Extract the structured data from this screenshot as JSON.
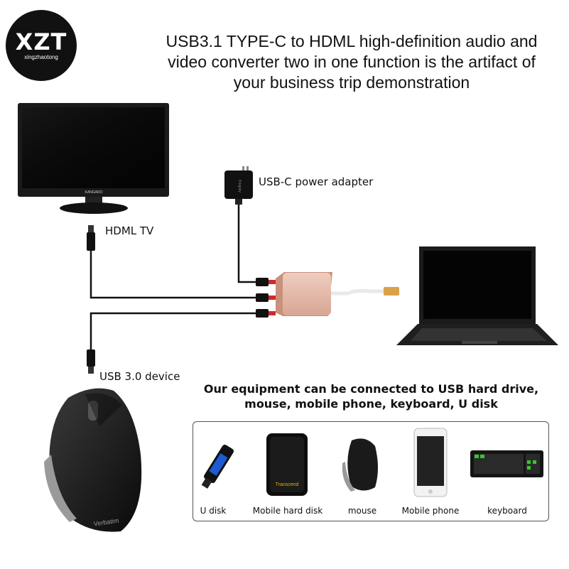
{
  "logo": {
    "brand": "XZT",
    "subtitle": "xingzhaotong"
  },
  "headline": {
    "line1": "USB3.1 TYPE-C to HDML high-definition audio and",
    "line2": "video converter two in one function is the artifact of",
    "line3": "your business trip demonstration"
  },
  "labels": {
    "hdmi_tv": "HDML TV",
    "power_adapter": "USB-C power adapter",
    "usb3_device": "USB 3.0 device"
  },
  "equipment": {
    "caption_line1": "Our equipment can be connected to USB hard drive,",
    "caption_line2": "mouse, mobile phone, keyboard, U disk",
    "items": [
      "U disk",
      "Mobile hard disk",
      "mouse",
      "Mobile phone",
      "keyboard"
    ]
  },
  "product_marks": {
    "monitor_brand": "KANGARO",
    "mouse_brand": "Verbatim",
    "hdd_brand": "Transcend",
    "adapter_brand": "Kingsky"
  },
  "colors": {
    "hub_body": "#e3b8a8",
    "cable": "#111111",
    "accent_green": "#34c82a",
    "udisk_blue": "#1e5ad2"
  }
}
